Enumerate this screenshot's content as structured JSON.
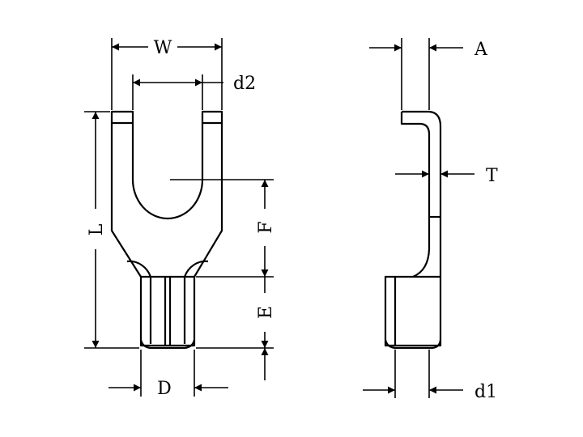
{
  "labels": {
    "W": "W",
    "d2": "d2",
    "L": "L",
    "F": "F",
    "E": "E",
    "D": "D",
    "A": "A",
    "T": "T",
    "d1": "d1"
  },
  "colors": {
    "stroke": "#000000",
    "background": "#ffffff"
  }
}
